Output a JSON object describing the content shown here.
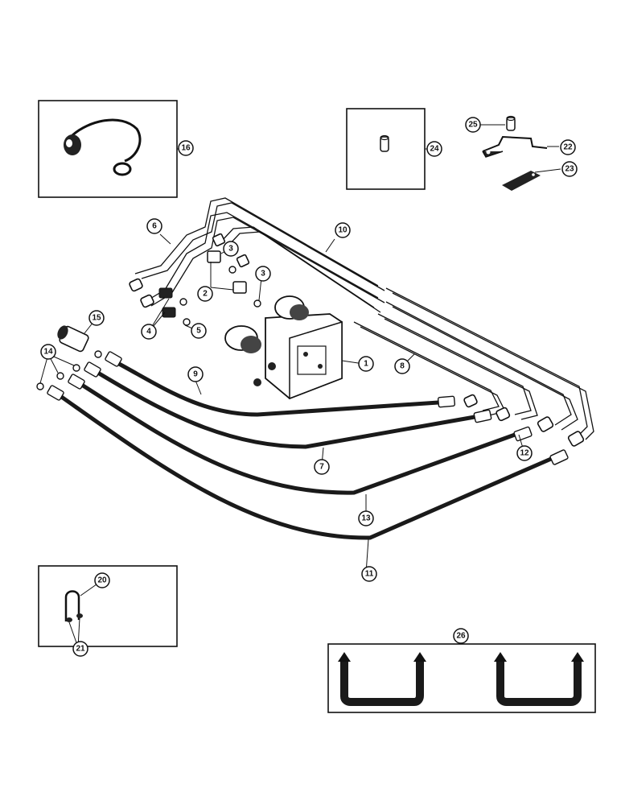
{
  "callouts": [
    {
      "id": "c1",
      "label": "1"
    },
    {
      "id": "c2",
      "label": "2"
    },
    {
      "id": "c3a",
      "label": "3"
    },
    {
      "id": "c3b",
      "label": "3"
    },
    {
      "id": "c4",
      "label": "4"
    },
    {
      "id": "c5",
      "label": "5"
    },
    {
      "id": "c6",
      "label": "6"
    },
    {
      "id": "c7",
      "label": "7"
    },
    {
      "id": "c8",
      "label": "8"
    },
    {
      "id": "c9",
      "label": "9"
    },
    {
      "id": "c10",
      "label": "10"
    },
    {
      "id": "c11",
      "label": "11"
    },
    {
      "id": "c12",
      "label": "12"
    },
    {
      "id": "c13",
      "label": "13"
    },
    {
      "id": "c14",
      "label": "14"
    },
    {
      "id": "c15",
      "label": "15"
    },
    {
      "id": "c16",
      "label": "16"
    },
    {
      "id": "c20",
      "label": "20"
    },
    {
      "id": "c21",
      "label": "21"
    },
    {
      "id": "c22",
      "label": "22"
    },
    {
      "id": "c23",
      "label": "23"
    },
    {
      "id": "c24",
      "label": "24"
    },
    {
      "id": "c25",
      "label": "25"
    },
    {
      "id": "c26",
      "label": "26"
    }
  ],
  "colors": {
    "ink": "#111111",
    "paper": "#ffffff",
    "hose": "#1a1a1a"
  }
}
